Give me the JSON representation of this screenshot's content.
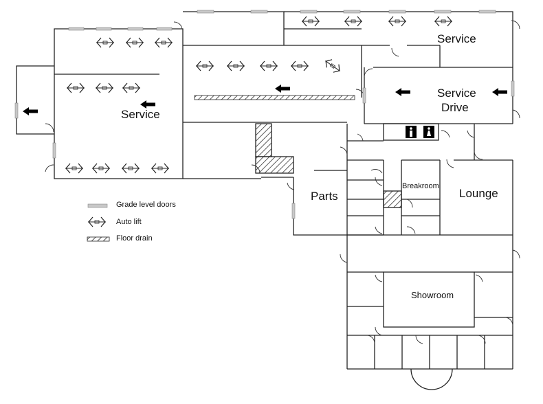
{
  "rooms": {
    "service_west": "Service",
    "service_ne": "Service",
    "service_drive_line1": "Service",
    "service_drive_line2": "Drive",
    "parts": "Parts",
    "breakroom": "Breakroom",
    "lounge": "Lounge",
    "showroom": "Showroom"
  },
  "legend": {
    "doors": "Grade level doors",
    "lift": "Auto lift",
    "drain": "Floor drain"
  },
  "colors": {
    "wall": "#222222",
    "door": "#c8c8c8",
    "arrow": "#000000"
  }
}
